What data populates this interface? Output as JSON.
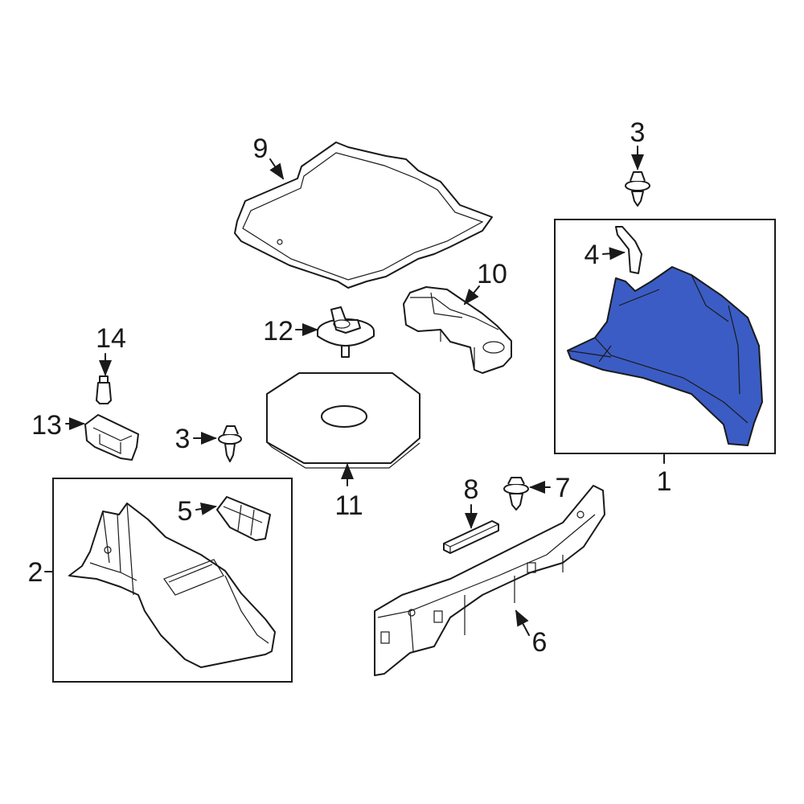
{
  "diagram": {
    "callouts": [
      {
        "id": "c1",
        "label": "1"
      },
      {
        "id": "c2",
        "label": "2"
      },
      {
        "id": "c3a",
        "label": "3"
      },
      {
        "id": "c3b",
        "label": "3"
      },
      {
        "id": "c4",
        "label": "4"
      },
      {
        "id": "c5",
        "label": "5"
      },
      {
        "id": "c6",
        "label": "6"
      },
      {
        "id": "c7",
        "label": "7"
      },
      {
        "id": "c8",
        "label": "8"
      },
      {
        "id": "c9",
        "label": "9"
      },
      {
        "id": "c10",
        "label": "10"
      },
      {
        "id": "c11",
        "label": "11"
      },
      {
        "id": "c12",
        "label": "12"
      },
      {
        "id": "c13",
        "label": "13"
      },
      {
        "id": "c14",
        "label": "14"
      }
    ],
    "highlight_color": "#3b5cc4",
    "line_color": "#1a1a1a"
  }
}
